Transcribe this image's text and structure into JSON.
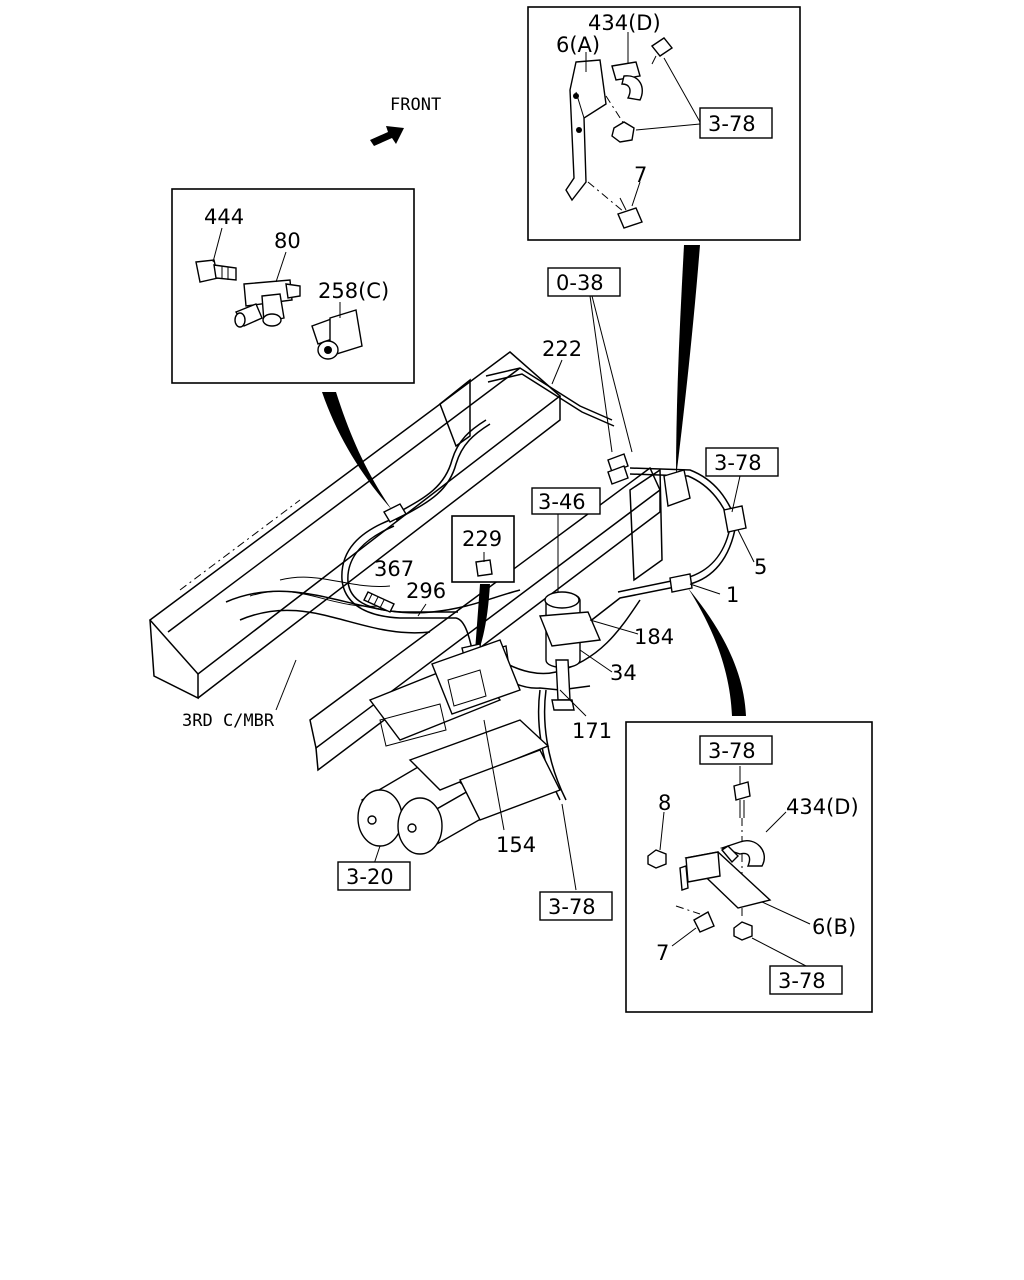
{
  "diagram": {
    "front_label": "FRONT",
    "crossmember_label": "3RD C/MBR",
    "part_labels": {
      "p444": "444",
      "p80": "80",
      "p258c": "258(C)",
      "p434d_top": "434(D)",
      "p6a": "6(A)",
      "p7_top": "7",
      "p222": "222",
      "p229": "229",
      "p367": "367",
      "p296": "296",
      "p5": "5",
      "p1": "1",
      "p184": "184",
      "p34": "34",
      "p171": "171",
      "p154": "154",
      "p8": "8",
      "p434d_bottom": "434(D)",
      "p6b": "6(B)",
      "p7_bottom": "7"
    },
    "ref_labels": {
      "r378_top": "3-78",
      "r038": "0-38",
      "r378_mid": "3-78",
      "r346": "3-46",
      "r320": "3-20",
      "r378_lower": "3-78",
      "r378_detail_top": "3-78",
      "r378_detail_bottom": "3-78"
    }
  }
}
